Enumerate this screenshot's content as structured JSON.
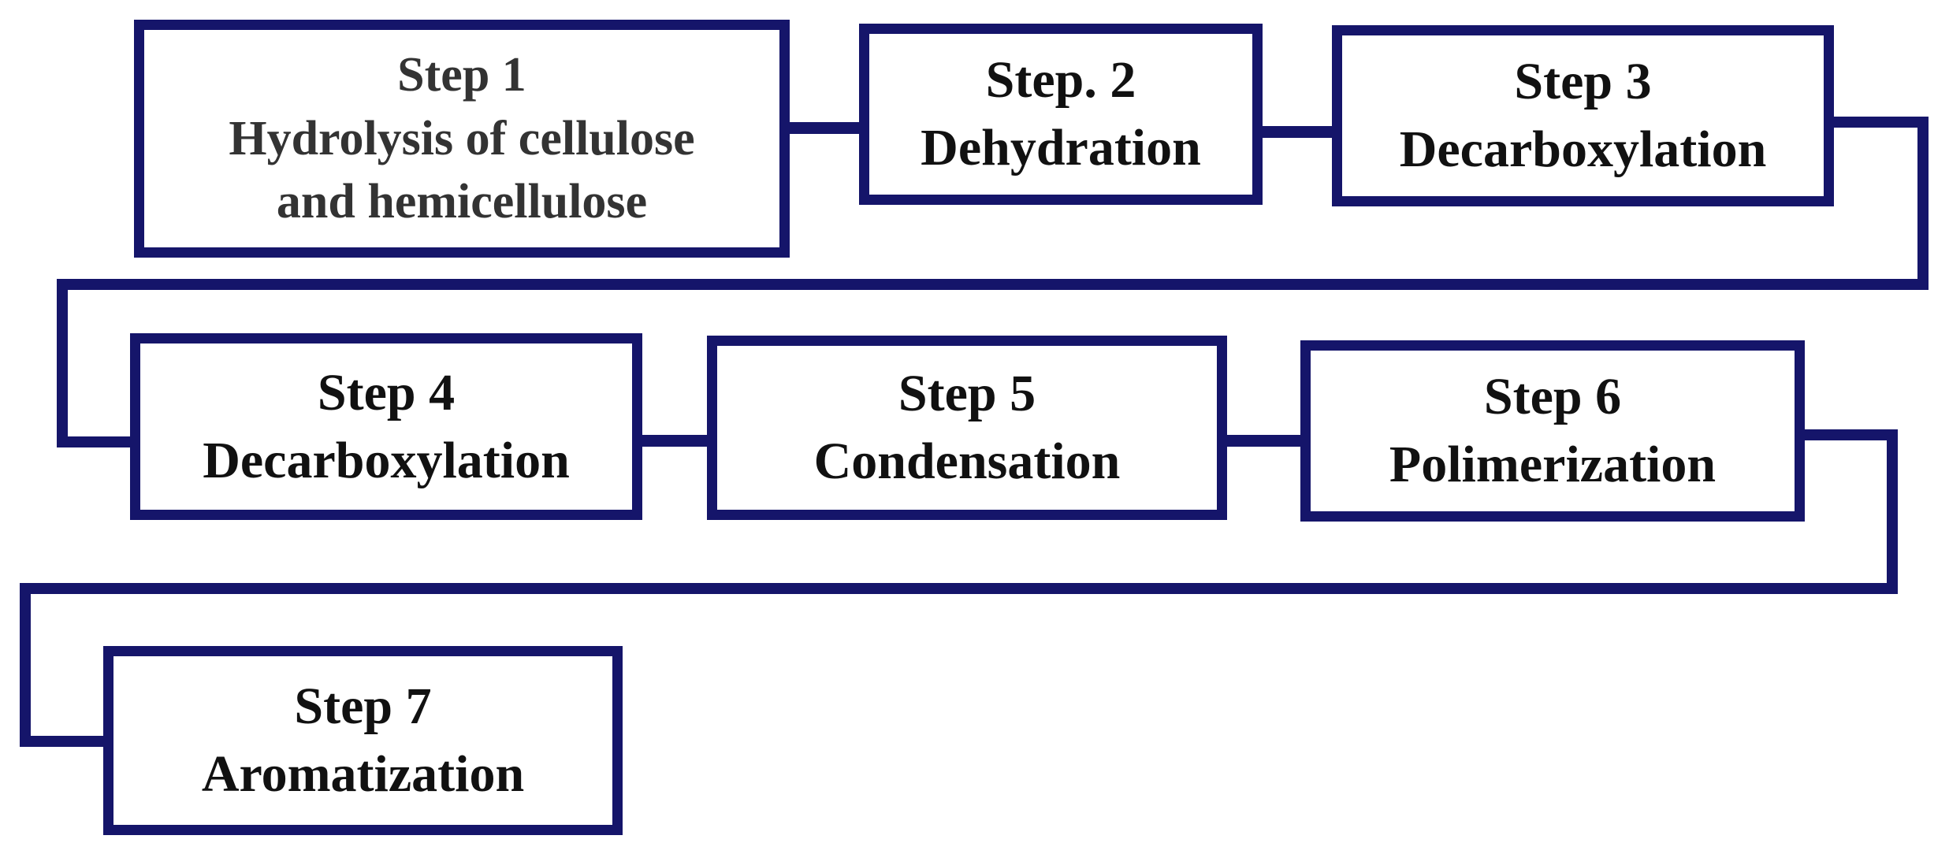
{
  "diagram": {
    "type": "flowchart",
    "description": "Seven sequential steps connected left-to-right with wrap-around connectors between rows",
    "colors": {
      "line": "#15156a",
      "box_bg": "#ffffff",
      "page_bg": "#ffffff",
      "text": "#111111",
      "step1_text": "#333333"
    },
    "steps": [
      {
        "title": "Step 1",
        "subtitle": "Hydrolysis of cellulose",
        "subtitle2": "and hemicellulose"
      },
      {
        "title": "Step. 2",
        "subtitle": "Dehydration"
      },
      {
        "title": "Step 3",
        "subtitle": "Decarboxylation"
      },
      {
        "title": "Step 4",
        "subtitle": "Decarboxylation"
      },
      {
        "title": "Step 5",
        "subtitle": "Condensation"
      },
      {
        "title": "Step 6",
        "subtitle": "Polimerization"
      },
      {
        "title": "Step 7",
        "subtitle": "Aromatization"
      }
    ]
  }
}
